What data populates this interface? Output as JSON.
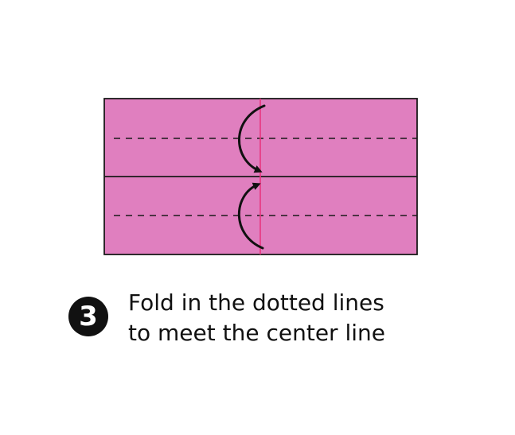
{
  "step": {
    "number": "3",
    "instruction_line1": "Fold in the dotted lines",
    "instruction_line2": "to meet the center line"
  },
  "colors": {
    "paper": "#e07fbf",
    "outline": "#1a1a1a",
    "center_line": "#e8357f",
    "dashed_line": "#1a1a1a",
    "arrow": "#111111"
  },
  "icons": {
    "fold_arrow_top": "curved-arrow-down-icon",
    "fold_arrow_bottom": "curved-arrow-up-icon"
  }
}
